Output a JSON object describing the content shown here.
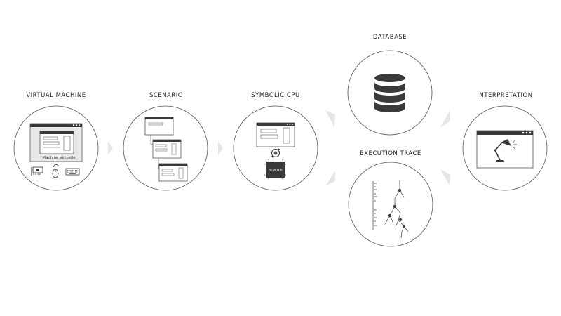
{
  "stages": {
    "vm": {
      "title": "VIRTUAL MACHINE",
      "inner_label": "Machine virtuelle"
    },
    "scenario": {
      "title": "SCENARIO"
    },
    "cpu": {
      "title": "SYMBOLIC CPU",
      "chip_label": "REVEN®"
    },
    "database": {
      "title": "DATABASE"
    },
    "trace": {
      "title": "EXECUTION TRACE"
    },
    "interpretation": {
      "title": "INTERPRETATION"
    }
  },
  "colors": {
    "stroke": "#555555",
    "dark": "#3a3a3a",
    "arrow": "#e6e6e6",
    "panel": "#e8e8e8"
  },
  "icons": [
    "monitor-window-icon",
    "network-card-icon",
    "mouse-icon",
    "keyboard-icon",
    "sync-icon",
    "cpu-chip-icon",
    "database-icon",
    "trace-tree-icon",
    "desk-lamp-icon"
  ]
}
